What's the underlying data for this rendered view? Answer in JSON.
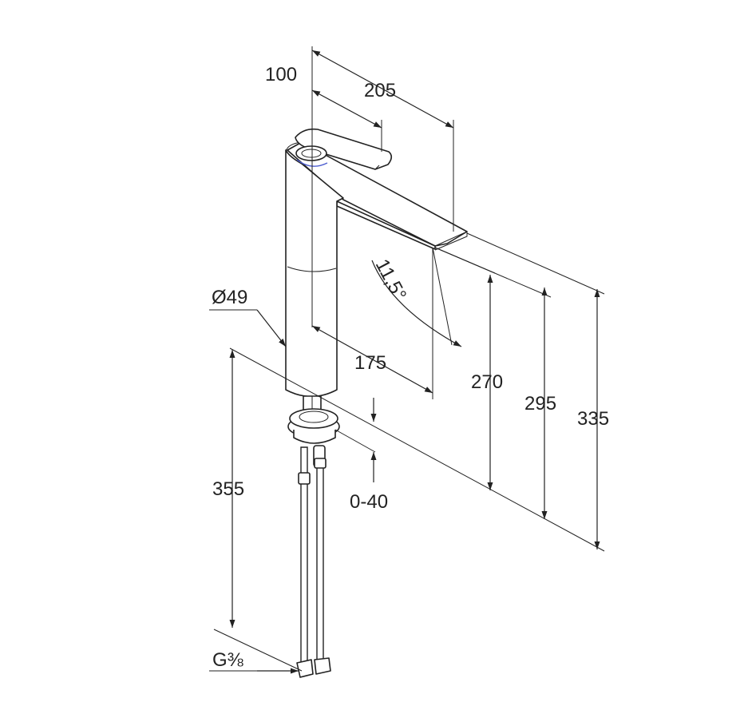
{
  "dimensions": {
    "d100": "100",
    "d205": "205",
    "d11_5": "11,5°",
    "d49": "Ø49",
    "d175": "175",
    "d270": "270",
    "d295": "295",
    "d335": "335",
    "d355": "355",
    "d0_40": "0-40",
    "dG38": "G⅜"
  },
  "colors": {
    "line": "#222222",
    "highlight": "#4f5fd0"
  }
}
